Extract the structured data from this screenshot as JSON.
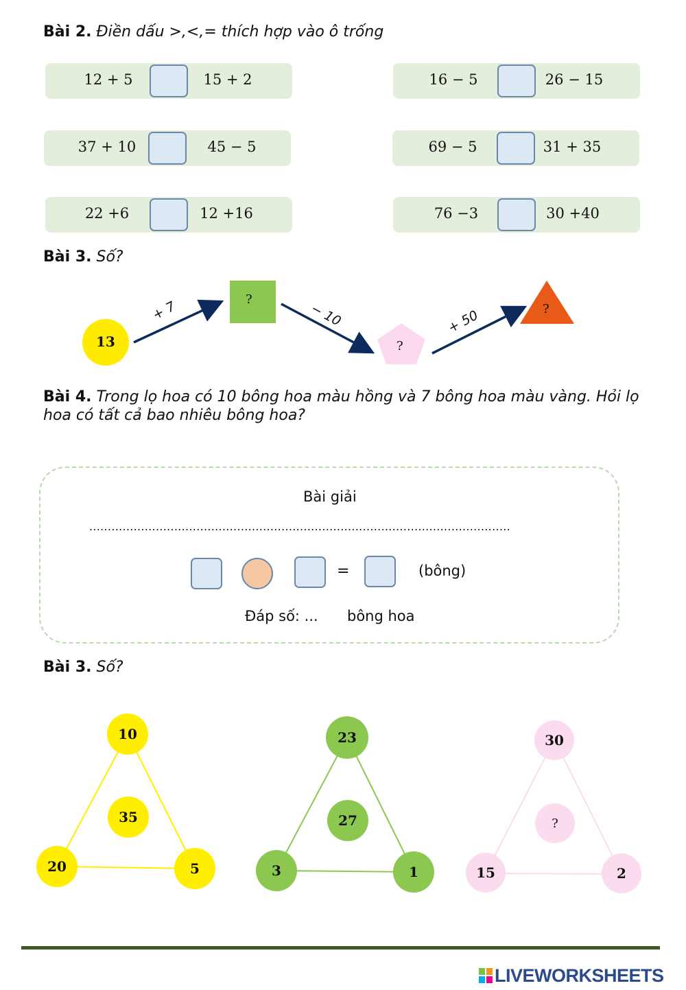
{
  "bai2": {
    "label": "Bài 2.",
    "instruction": "Điền dấu >,<,= thích hợp vào ô trống",
    "rows": [
      {
        "left": "12 + 5",
        "right": "15 + 2"
      },
      {
        "left": "16 − 5",
        "right": "26 − 15"
      },
      {
        "left": "37 + 10",
        "right": "45 − 5"
      },
      {
        "left": "69 − 5",
        "right": "31 + 35"
      },
      {
        "left": "22 +6",
        "right": "12 +16"
      },
      {
        "left": "76 −3",
        "right": "30 +40"
      }
    ]
  },
  "bai3a": {
    "label": "Bài 3.",
    "instruction": "Số?",
    "start": "13",
    "op1": "+ 7",
    "op2": "− 10",
    "op3": "+ 50",
    "square_value": "?",
    "pentagon_value": "?",
    "triangle_value": "?",
    "colors": {
      "start": "#ffeb00",
      "square": "#8cc850",
      "pentagon": "#fbd9ef",
      "triangle": "#e85a17",
      "arrow": "#0d2a5c"
    }
  },
  "bai4": {
    "label": "Bài 4.",
    "line1": "Trong lọ hoa có 10 bông hoa màu hồng và 7 bông hoa màu vàng. Hỏi lọ",
    "line2": "hoa có tất cả bao nhiêu bông hoa?",
    "solution_title": "Bài giải",
    "dots": "..................................................................................................................",
    "equals": "=",
    "unit": "(bông)",
    "answer_prefix": "Đáp số: ...",
    "answer_unit": "bông hoa"
  },
  "bai3b": {
    "label": "Bài 3.",
    "instruction": "Số?",
    "triangles": [
      {
        "top": "10",
        "center": "35",
        "left": "20",
        "right": "5",
        "color": "#ffee00"
      },
      {
        "top": "23",
        "center": "27",
        "left": "3",
        "right": "1",
        "color": "#8cc850"
      },
      {
        "top": "30",
        "center": "?",
        "left": "15",
        "right": "2",
        "color": "#fbdcee"
      }
    ]
  },
  "footer": {
    "brand": "LIVEWORKSHEETS"
  }
}
